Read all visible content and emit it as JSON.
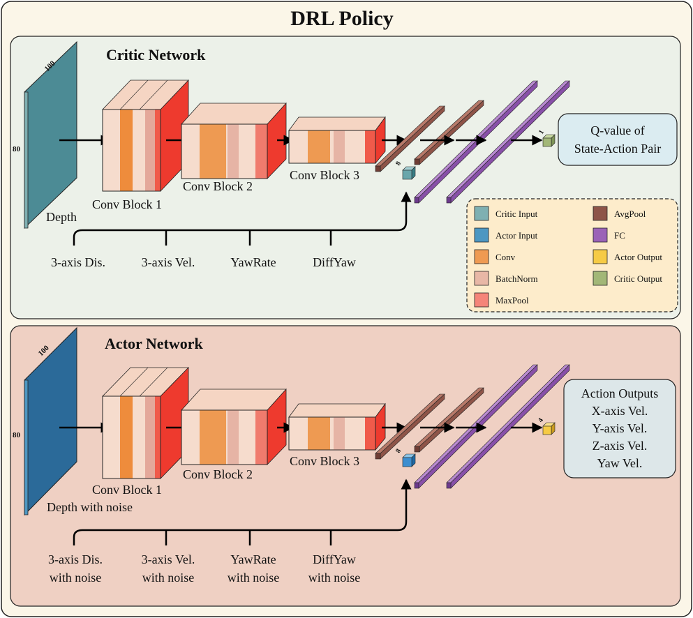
{
  "title": "DRL Policy",
  "critic": {
    "title": "Critic Network",
    "depth_label": "Depth",
    "depth_w": "100",
    "depth_h": "80",
    "conv1": "Conv Block 1",
    "conv2": "Conv Block 2",
    "conv3": "Conv Block 3",
    "small_dim": "8",
    "out_dim": "1",
    "output_lines": [
      "Q-value of",
      "State-Action Pair"
    ],
    "inputs": [
      "3-axis Dis.",
      "3-axis Vel.",
      "YawRate",
      "DiffYaw"
    ]
  },
  "actor": {
    "title": "Actor Network",
    "depth_label": "Depth with noise",
    "depth_w": "100",
    "depth_h": "80",
    "conv1": "Conv Block 1",
    "conv2": "Conv Block 2",
    "conv3": "Conv Block 3",
    "small_dim": "8",
    "out_dim": "4",
    "output_lines": [
      "Action Outputs",
      "X-axis Vel.",
      "Y-axis Vel.",
      "Z-axis Vel.",
      "Yaw Vel."
    ],
    "inputs": [
      [
        "3-axis Dis.",
        "with noise"
      ],
      [
        "3-axis Vel.",
        "with noise"
      ],
      [
        "YawRate",
        "with noise"
      ],
      [
        "DiffYaw",
        "with noise"
      ]
    ]
  },
  "legend": {
    "left": [
      {
        "label": "Critic Input",
        "color": "#7fb0b2"
      },
      {
        "label": "Actor Input",
        "color": "#4d97c2"
      },
      {
        "label": "Conv",
        "color": "#ef9a52"
      },
      {
        "label": "BatchNorm",
        "color": "#e8b7a6"
      },
      {
        "label": "MaxPool",
        "color": "#f58479"
      }
    ],
    "right": [
      {
        "label": "AvgPool",
        "color": "#8e5448"
      },
      {
        "label": "FC",
        "color": "#9b63b7"
      },
      {
        "label": "Actor Output",
        "color": "#f6cb45"
      },
      {
        "label": "Critic Output",
        "color": "#a2b777"
      }
    ]
  },
  "colors": {
    "critic_panel": "#ecf1e9",
    "actor_panel": "#efd0c3",
    "outer_panel": "#fbf6e8",
    "legend_bg": "#fdeccb",
    "critic_output_box": "#dbecf1",
    "actor_output_box": "#dde7e9",
    "critic_depth": "#4c8b95",
    "actor_depth": "#2b6a99"
  }
}
